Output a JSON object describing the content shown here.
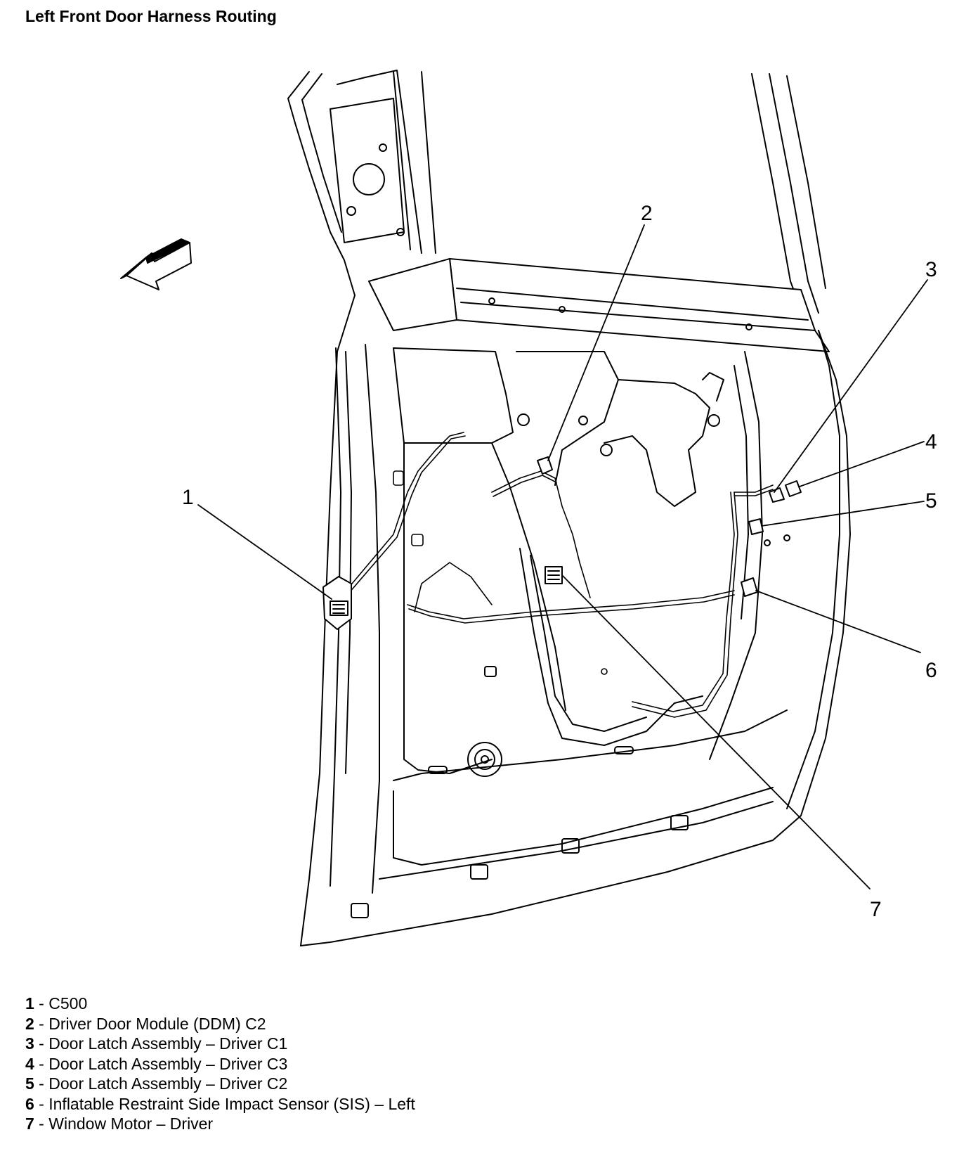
{
  "title": "Left Front Door Harness Routing",
  "callouts": [
    "1",
    "2",
    "3",
    "4",
    "5",
    "6",
    "7"
  ],
  "legend": [
    {
      "num": "1",
      "sep": " - ",
      "text": "C500"
    },
    {
      "num": "2",
      "sep": " - ",
      "text": "Driver Door Module (DDM) C2"
    },
    {
      "num": "3",
      "sep": " - ",
      "text": "Door Latch Assembly – Driver C1"
    },
    {
      "num": "4",
      "sep": " - ",
      "text": "Door Latch Assembly – Driver C3"
    },
    {
      "num": "5",
      "sep": " - ",
      "text": "Door Latch Assembly – Driver C2"
    },
    {
      "num": "6",
      "sep": " - ",
      "text": "Inflatable Restraint Side Impact Sensor (SIS) – Left"
    },
    {
      "num": "7",
      "sep": " - ",
      "text": "Window Motor – Driver"
    }
  ],
  "icons": {
    "direction_arrow": "forward-arrow-icon"
  }
}
